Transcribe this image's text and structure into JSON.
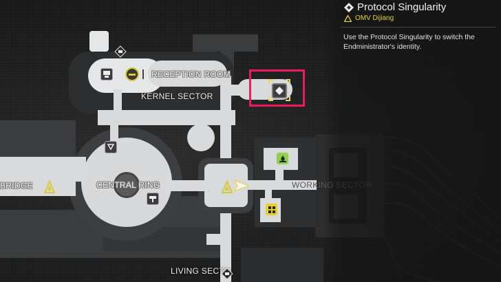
{
  "panel": {
    "title": "Protocol Singularity",
    "title_icon": "protocol-diamond-icon",
    "location_icon": "warning-triangle-icon",
    "location": "OMV Dijiang",
    "description": "Use the Protocol Singularity to switch the Endministrator's identity."
  },
  "map": {
    "labels": {
      "reception": "RECEPTION ROOM",
      "kernel": "KERNEL SECTOR",
      "bridge": "BRIDGE",
      "central": "CENTRAL RING",
      "working": "WORKING SECTOR",
      "living": "LIVING SECTO"
    },
    "highlight_color": "#f0195a",
    "accent_yellow": "#e5cf2c",
    "accent_green": "#8fd14f"
  }
}
